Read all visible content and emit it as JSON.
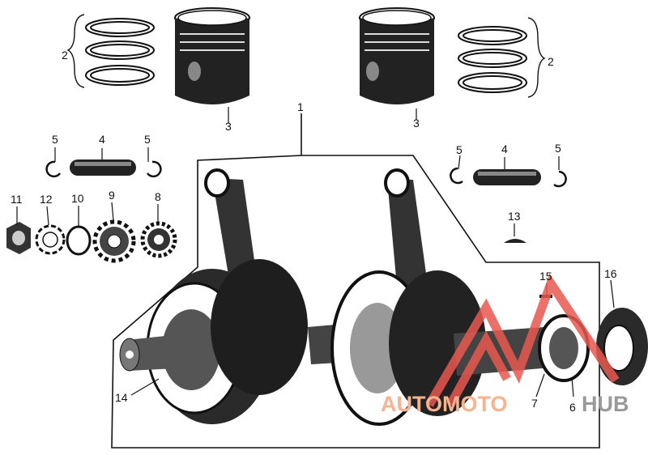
{
  "callouts": [
    {
      "id": "c2a",
      "text": "2"
    },
    {
      "id": "c3a",
      "text": "3"
    },
    {
      "id": "c3b",
      "text": "3"
    },
    {
      "id": "c2b",
      "text": "2"
    },
    {
      "id": "c1",
      "text": "1"
    },
    {
      "id": "c5a",
      "text": "5"
    },
    {
      "id": "c4a",
      "text": "4"
    },
    {
      "id": "c5b",
      "text": "5"
    },
    {
      "id": "c5c",
      "text": "5"
    },
    {
      "id": "c4b",
      "text": "4"
    },
    {
      "id": "c5d",
      "text": "5"
    },
    {
      "id": "c11",
      "text": "11"
    },
    {
      "id": "c12",
      "text": "12"
    },
    {
      "id": "c10",
      "text": "10"
    },
    {
      "id": "c9",
      "text": "9"
    },
    {
      "id": "c8",
      "text": "8"
    },
    {
      "id": "c13",
      "text": "13"
    },
    {
      "id": "c15",
      "text": "15"
    },
    {
      "id": "c16",
      "text": "16"
    },
    {
      "id": "c14",
      "text": "14"
    },
    {
      "id": "c7",
      "text": "7"
    },
    {
      "id": "c6",
      "text": "6"
    }
  ],
  "watermark": {
    "part1": "AUTOMOTO",
    "part2": "HUB",
    "color_primary": "#f5b38f",
    "color_secondary": "#9a9a9a",
    "logo_color": "#e8584f"
  },
  "colors": {
    "ink": "#111111",
    "background": "#ffffff"
  }
}
